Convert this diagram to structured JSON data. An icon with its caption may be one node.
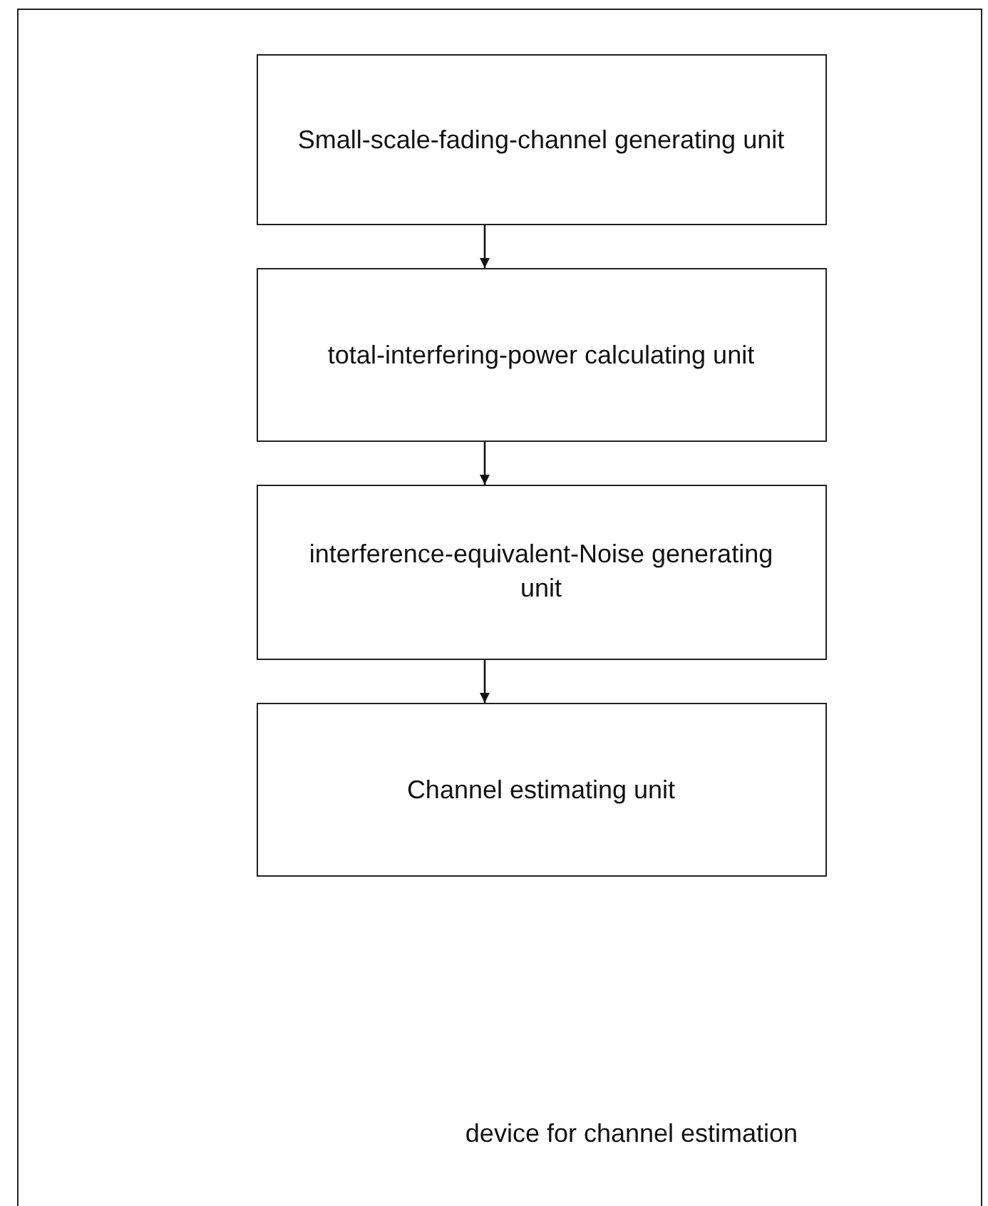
{
  "diagram": {
    "nodes": [
      {
        "text": [
          "device for channel estimation"
        ]
      },
      {
        "text": [
          "Small-scale-fading-channel generating unit"
        ],
        "in": 0
      },
      {
        "text": [
          "total-interfering-power calculating unit"
        ],
        "in": 0
      },
      {
        "text": [
          "interference-equivalent-Noise generating unit"
        ],
        "in": 0
      },
      {
        "text": [
          "Channel estimating unit"
        ],
        "in": 0
      }
    ],
    "edges": [
      {
        "from": 1,
        "to": 2,
        "arrow": "to"
      },
      {
        "from": 2,
        "to": 3,
        "arrow": "to"
      },
      {
        "from": 3,
        "to": 4,
        "arrow": "to"
      }
    ]
  }
}
